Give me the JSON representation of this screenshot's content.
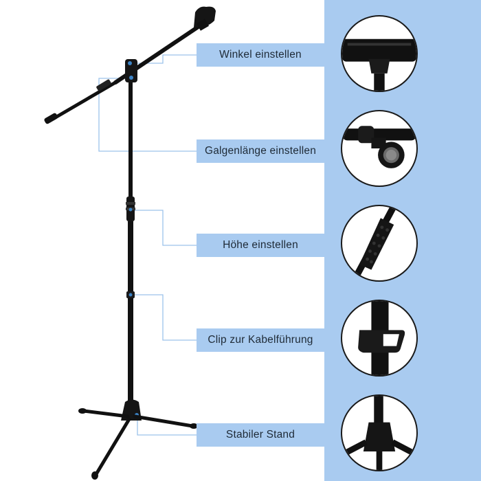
{
  "labels": {
    "angle": "Winkel einstellen",
    "boom_length": "Galgenlänge einstellen",
    "height": "Höhe einstellen",
    "cable_clip": "Clip zur Kabelführung",
    "stable_stand": "Stabiler Stand"
  },
  "colors": {
    "panel": "#a9cbf0",
    "callout_line": "#9cc2ea",
    "stand": "#111111"
  }
}
